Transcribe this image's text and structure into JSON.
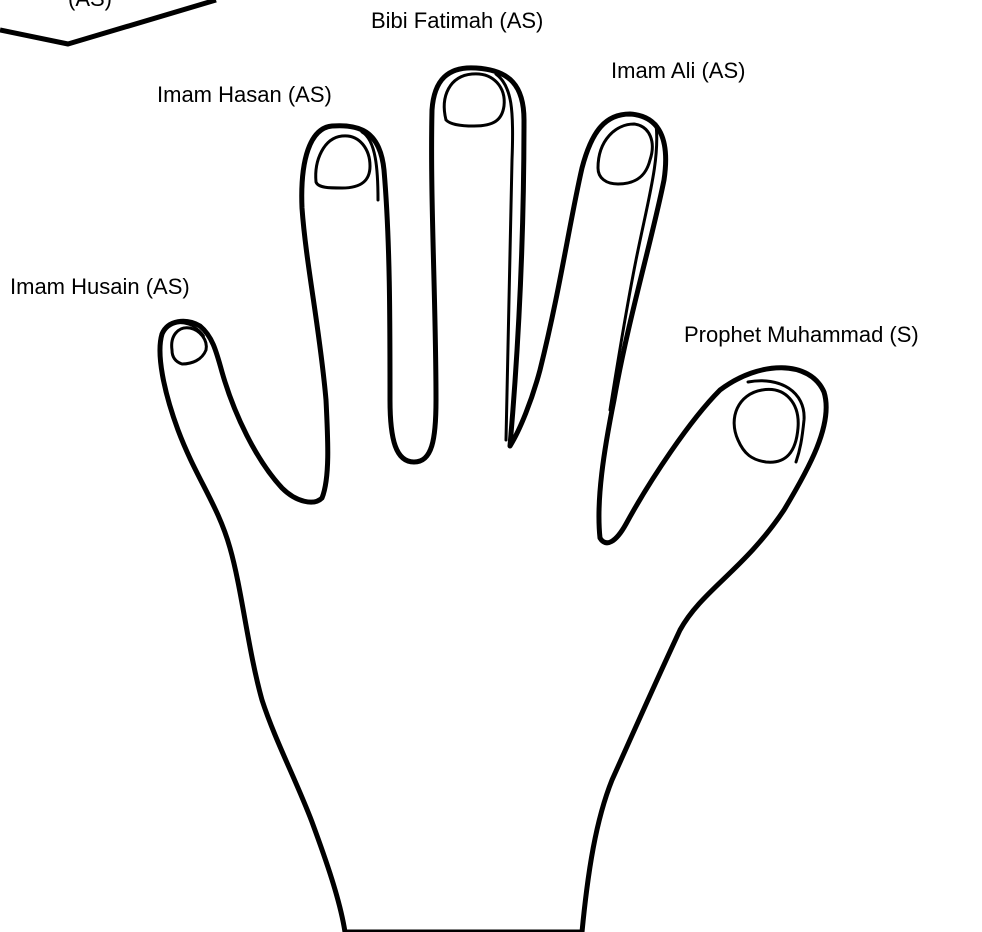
{
  "labels": {
    "cutoff": "(AS)",
    "fatimah": "Bibi Fatimah (AS)",
    "ali": "Imam Ali (AS)",
    "hasan": "Imam Hasan (AS)",
    "husain": "Imam Husain (AS)",
    "prophet": "Prophet Muhammad (S)"
  },
  "colors": {
    "line": "#000000",
    "background": "#ffffff"
  }
}
